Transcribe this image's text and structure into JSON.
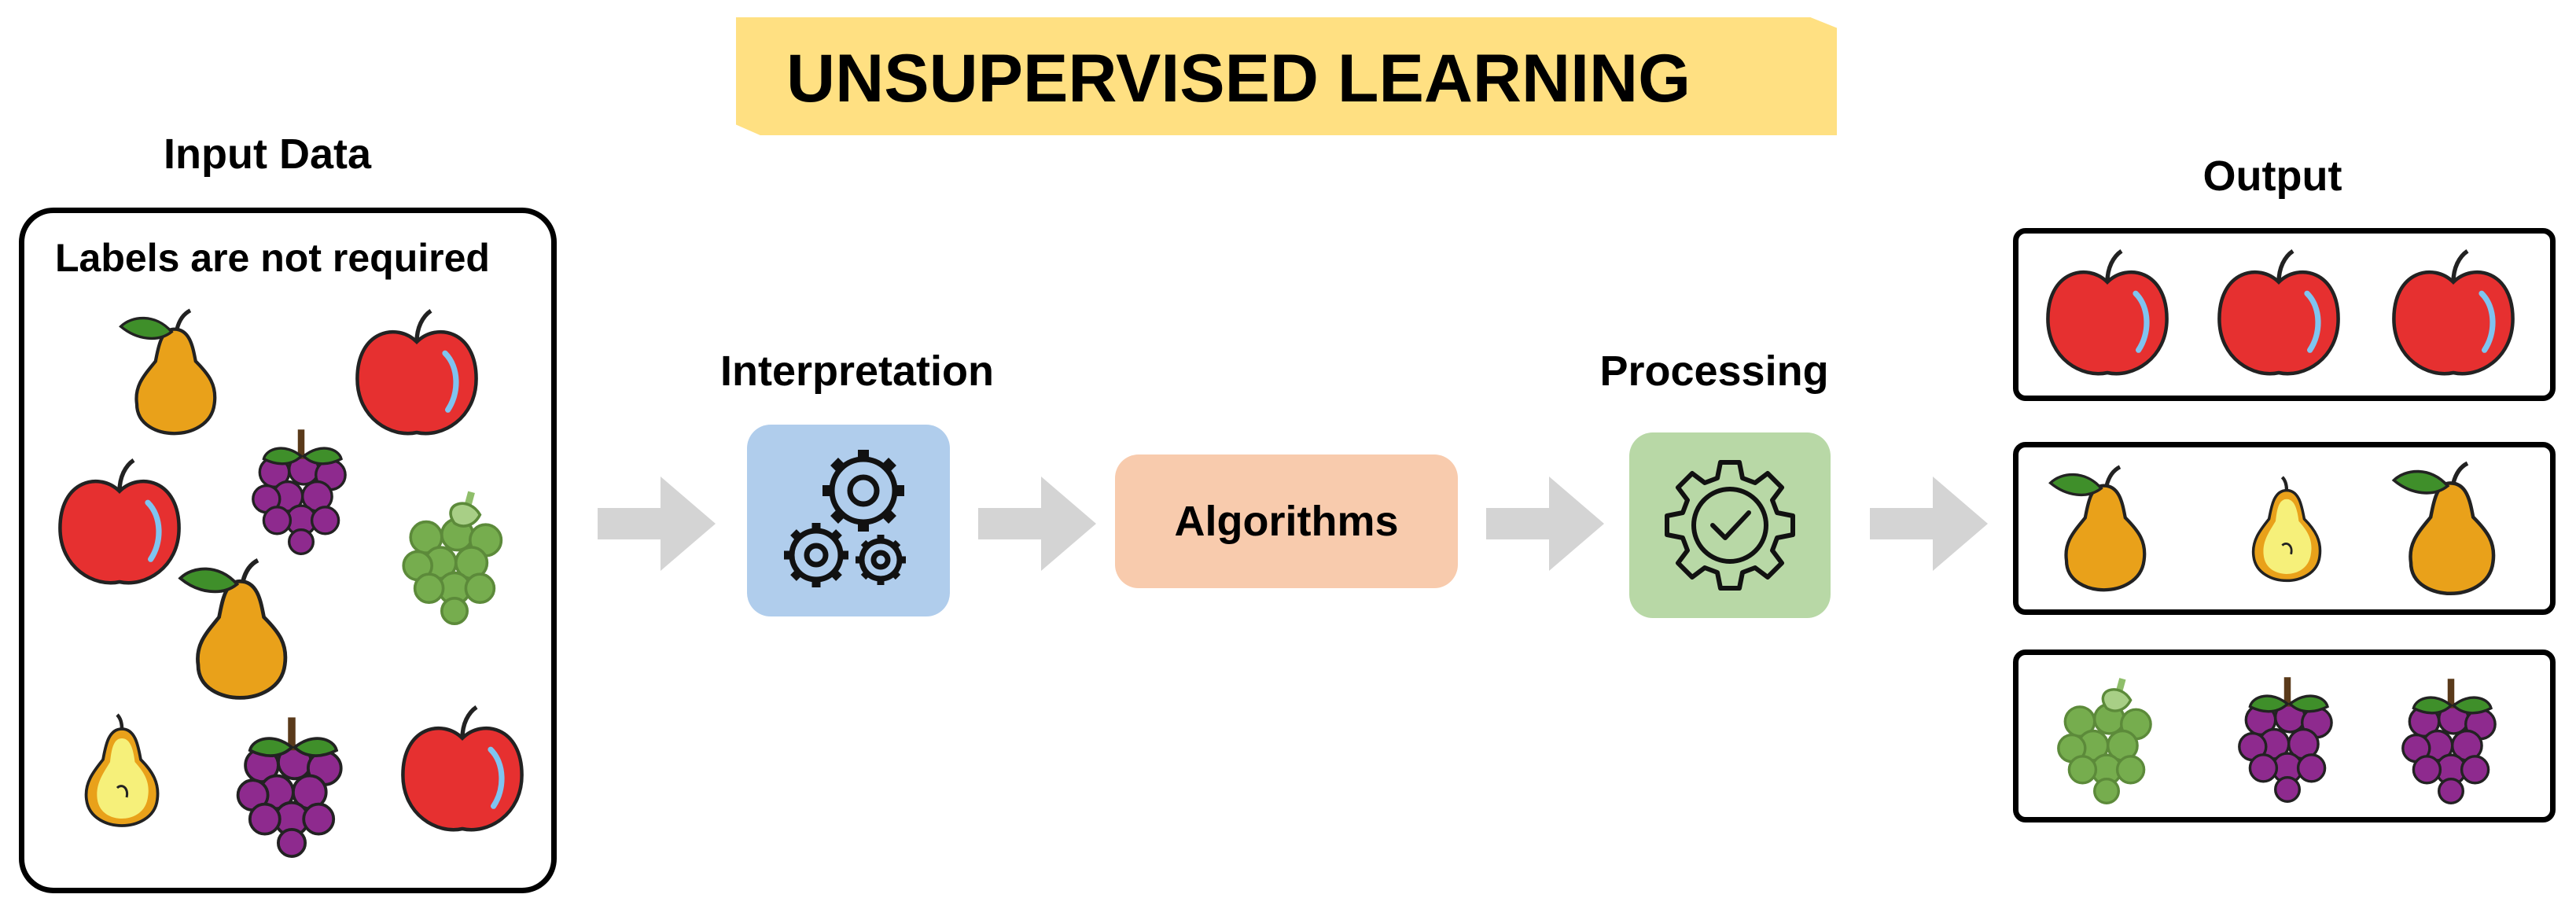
{
  "title": "UNSUPERVISED LEARNING",
  "input": {
    "label": "Input Data",
    "subtitle": "Labels are not required"
  },
  "steps": {
    "interpretation": "Interpretation",
    "algorithms": "Algorithms",
    "processing": "Processing"
  },
  "output": {
    "label": "Output",
    "groups": [
      "apple",
      "pear",
      "grapes"
    ]
  },
  "colors": {
    "title_banner": "#ffe082",
    "interpretation_box": "#b0cdec",
    "algorithms_box": "#f8cbad",
    "processing_box": "#b8d8a6",
    "arrow": "#d4d4d4",
    "apple": "#e63030",
    "pear": "#e9a11a",
    "grapes_purple": "#8e2a8e",
    "grapes_green": "#76ad4e"
  },
  "icons": {
    "interpretation": "gears-icon",
    "processing": "gear-check-icon",
    "flow": "arrow-right-icon"
  }
}
